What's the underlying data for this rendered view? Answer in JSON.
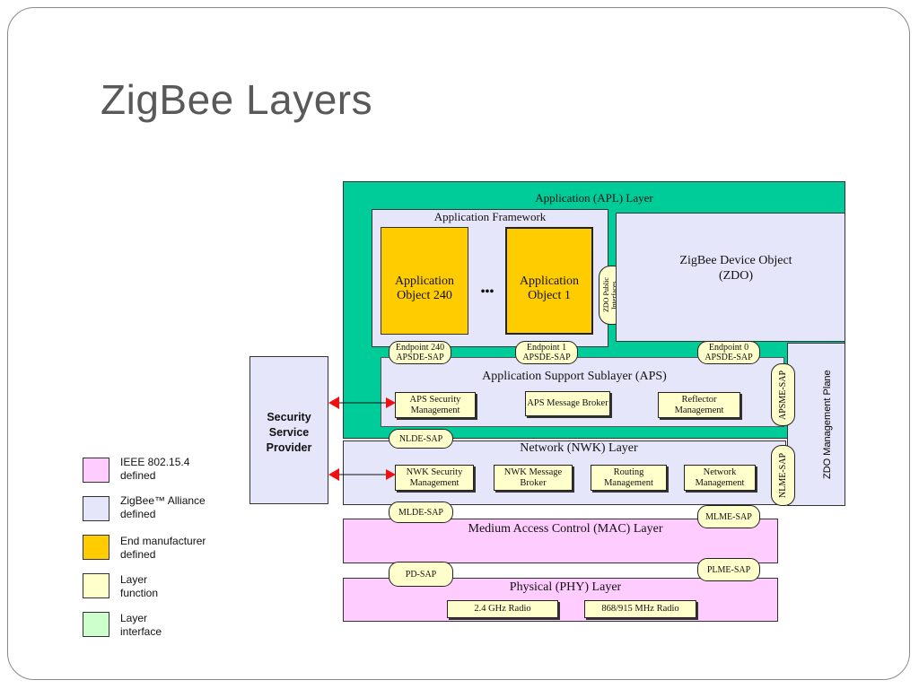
{
  "slide": {
    "title": "ZigBee Layers"
  },
  "diagram": {
    "apl_layer": "Application (APL) Layer",
    "app_framework": "Application Framework",
    "app_object_240": "Application Object 240",
    "app_object_1": "Application Object 1",
    "ellipsis": "•••",
    "zdo_public_interfaces": "ZDO Public Interfaces",
    "zdo": "ZigBee Device Object (ZDO)",
    "endpoint_240_sap": "Endpoint 240 APSDE-SAP",
    "endpoint_1_sap": "Endpoint 1 APSDE-SAP",
    "endpoint_0_sap": "Endpoint 0 APSDE-SAP",
    "aps_layer": "Application Support Sublayer (APS)",
    "aps_security": "APS Security Management",
    "aps_message_broker": "APS Message Broker",
    "reflector_management": "Reflector Management",
    "apsme_sap": "APSME-SAP",
    "zdo_management_plane": "ZDO Management Plane",
    "nlde_sap": "NLDE-SAP",
    "nwk_layer": "Network (NWK) Layer",
    "nwk_security": "NWK Security Management",
    "nwk_message_broker": "NWK Message Broker",
    "routing_management": "Routing Management",
    "network_management": "Network Management",
    "nlme_sap": "NLME-SAP",
    "mlde_sap": "MLDE-SAP",
    "mlme_sap": "MLME-SAP",
    "mac_layer": "Medium Access Control (MAC) Layer",
    "pd_sap": "PD-SAP",
    "plme_sap": "PLME-SAP",
    "phy_layer": "Physical (PHY) Layer",
    "radio_24": "2.4 GHz Radio",
    "radio_868": "868/915 MHz Radio",
    "security_provider": "Security Service Provider"
  },
  "legend": [
    {
      "label": "IEEE 802.15.4\ndefined",
      "color": "#ffccff"
    },
    {
      "label": "ZigBee™ Alliance\ndefined",
      "color": "#e6e6fa"
    },
    {
      "label": "End manufacturer\ndefined",
      "color": "#ffcc00"
    },
    {
      "label": "Layer\nfunction",
      "color": "#ffffcc"
    },
    {
      "label": "Layer\ninterface",
      "color": "#ccffcc"
    }
  ],
  "colors": {
    "interface_green": "#00cc99",
    "zigbee_lavender": "#e6e6fa",
    "ieee_pink": "#ffccff",
    "manufacturer_gold": "#ffcc00",
    "function_yellow": "#ffffcc",
    "arrow_red": "#ee1111"
  }
}
